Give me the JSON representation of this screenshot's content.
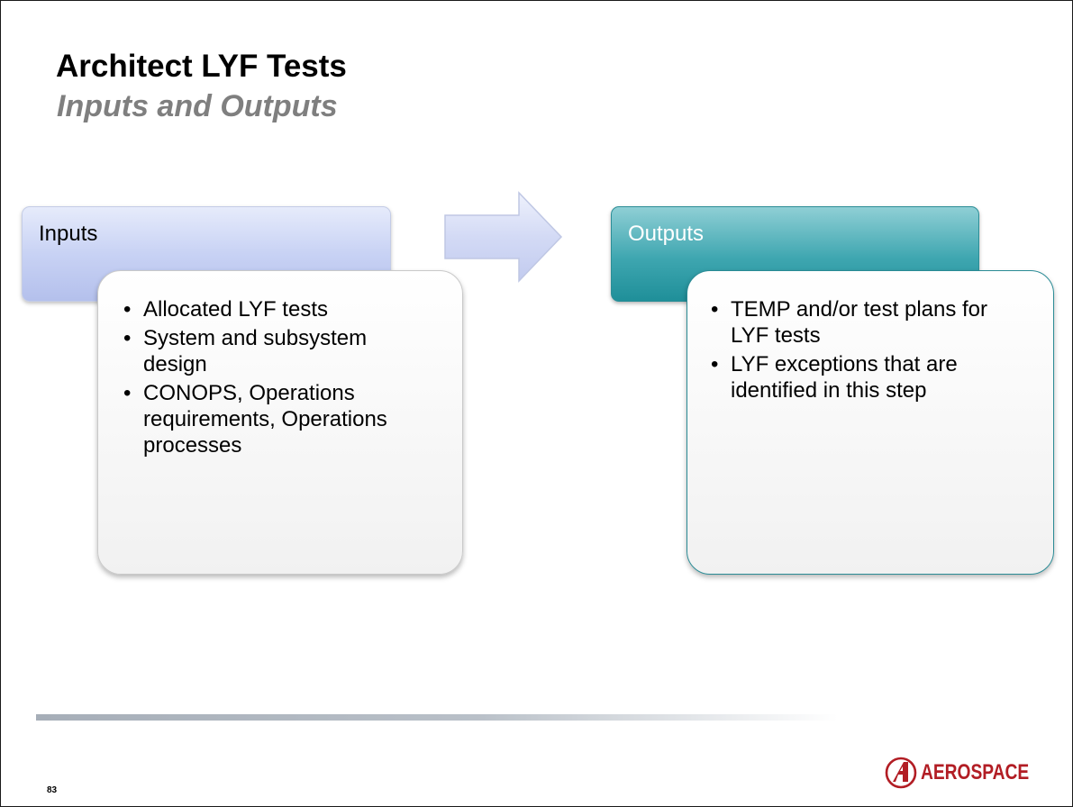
{
  "slide": {
    "title": "Architect LYF Tests",
    "subtitle": "Inputs and Outputs",
    "page_number": "83"
  },
  "inputs": {
    "header": "Inputs",
    "items": [
      "Allocated LYF tests",
      "System and subsystem design",
      "CONOPS, Operations requirements, Operations processes"
    ]
  },
  "outputs": {
    "header": "Outputs",
    "items": [
      "TEMP and/or test plans for LYF tests",
      "LYF exceptions that are identified in this step"
    ]
  },
  "logo": {
    "text": "AEROSPACE",
    "icon": "aerospace-a-logo-icon",
    "color": "#b21d24"
  },
  "colors": {
    "inputs_accent": "#c8d2f4",
    "outputs_accent": "#2f9aa4"
  }
}
